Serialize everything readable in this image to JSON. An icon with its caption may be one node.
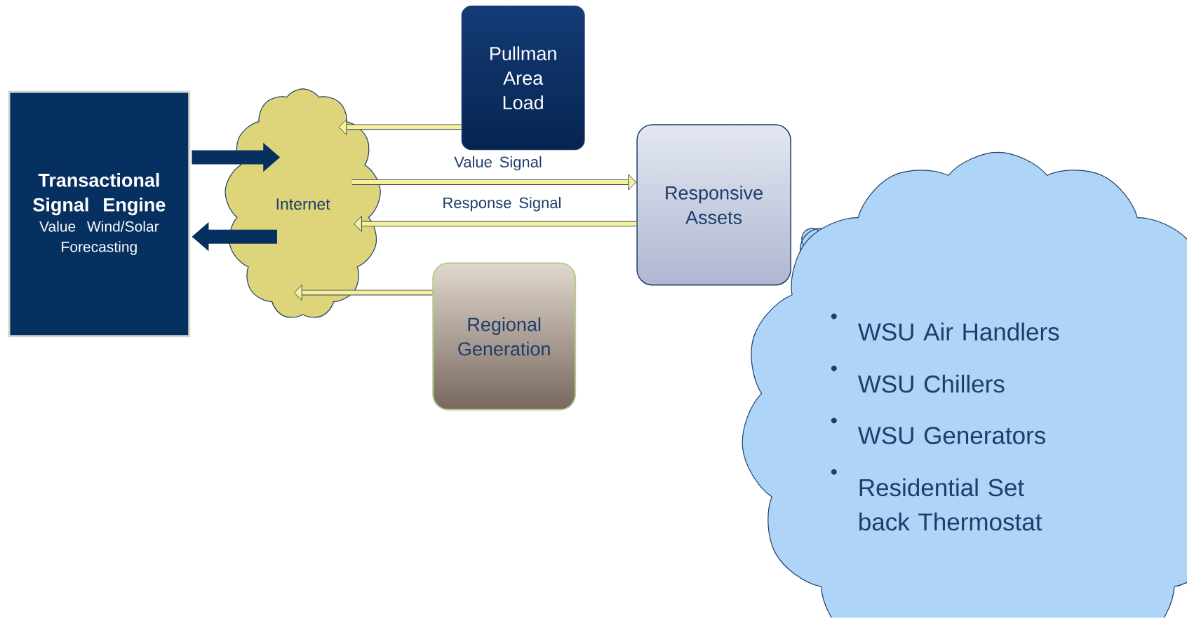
{
  "diagram": {
    "nodes": [
      {
        "text": [
          "Transactional Signal Engine",
          "Value Wind/Solar Forecasting"
        ]
      },
      {
        "text": [
          "Internet"
        ]
      },
      {
        "text": [
          "Pullman Area Load"
        ]
      },
      {
        "text": [
          "Responsive Assets"
        ]
      },
      {
        "text": [
          "Regional Generation"
        ]
      },
      {
        "text": [
          "WSU Air Handlers",
          "WSU Chillers",
          "WSU Generators",
          "Residential Set back Thermostat"
        ]
      }
    ],
    "edges": [
      {
        "from": 0,
        "to": 1,
        "arrow": "to",
        "style": "thick",
        "color": "#06305f"
      },
      {
        "from": 1,
        "to": 0,
        "arrow": "to",
        "style": "thick",
        "color": "#06305f"
      },
      {
        "from": 2,
        "to": 1,
        "arrow": "to"
      },
      {
        "from": 1,
        "to": 3,
        "arrow": "to",
        "label": "Value Signal"
      },
      {
        "from": 3,
        "to": 1,
        "arrow": "to",
        "label": "Response Signal"
      },
      {
        "from": 4,
        "to": 1,
        "arrow": "to"
      }
    ]
  }
}
